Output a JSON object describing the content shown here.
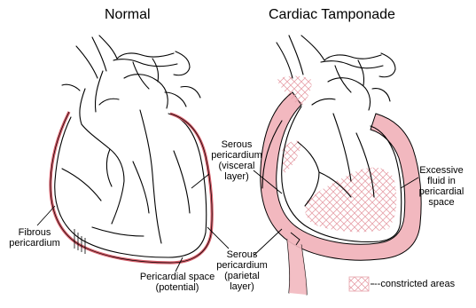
{
  "titles": {
    "left": "Normal",
    "right": "Cardiac Tamponade"
  },
  "labels": {
    "serous_visceral": [
      "Serous",
      "pericardium",
      "(visceral",
      "layer)"
    ],
    "fibrous": [
      "Fibrous",
      "pericardium"
    ],
    "serous_parietal": [
      "Serous",
      "pericardium",
      "(parietal",
      "layer)"
    ],
    "pericardial_space": [
      "Pericardial space",
      "(potential)"
    ],
    "excessive_fluid": [
      "Excessive",
      "fluid in",
      "pericardial",
      "space"
    ]
  },
  "legend": {
    "text": "--constricted areas"
  },
  "colors": {
    "pericardium_fill": "#f2b8bf",
    "pericardium_stroke": "#d8606c",
    "outline": "#000000",
    "hatch": "#e7a2aa"
  }
}
